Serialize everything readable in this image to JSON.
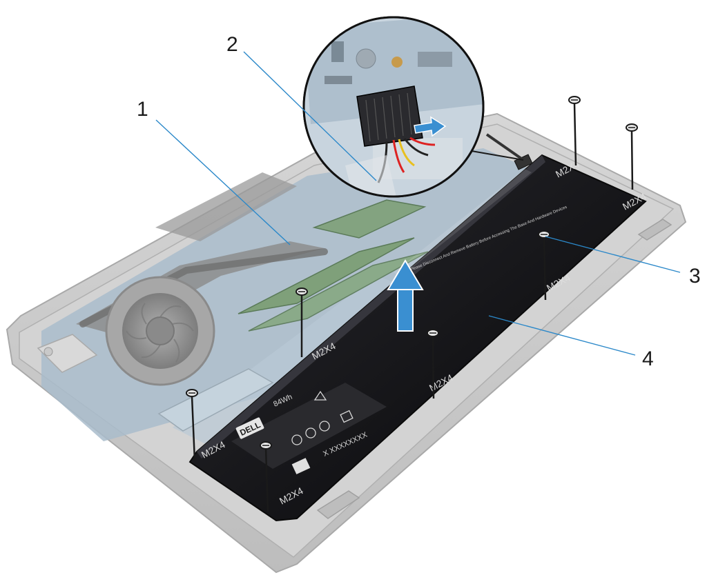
{
  "callouts": [
    {
      "id": "1",
      "label": "1"
    },
    {
      "id": "2",
      "label": "2"
    },
    {
      "id": "3",
      "label": "3"
    },
    {
      "id": "4",
      "label": "4"
    }
  ],
  "screw_spec": "M2X4",
  "battery": {
    "logo": "DELL",
    "capacity": "84Wh",
    "model_text": "X XXXXXXXX",
    "warning_strip": "Please Disconnect And Remove Battery Before Accessing The Base And Hardware Devices"
  },
  "colors": {
    "callout_line": "#2b88c9",
    "battery": "#1c1c20",
    "chassis": "#c9c9c9",
    "board": "#9fb7c8",
    "arrow": "#3a8fd1"
  },
  "icons": [
    "screw-icon",
    "lift-arrow-icon",
    "disconnect-arrow-icon"
  ]
}
